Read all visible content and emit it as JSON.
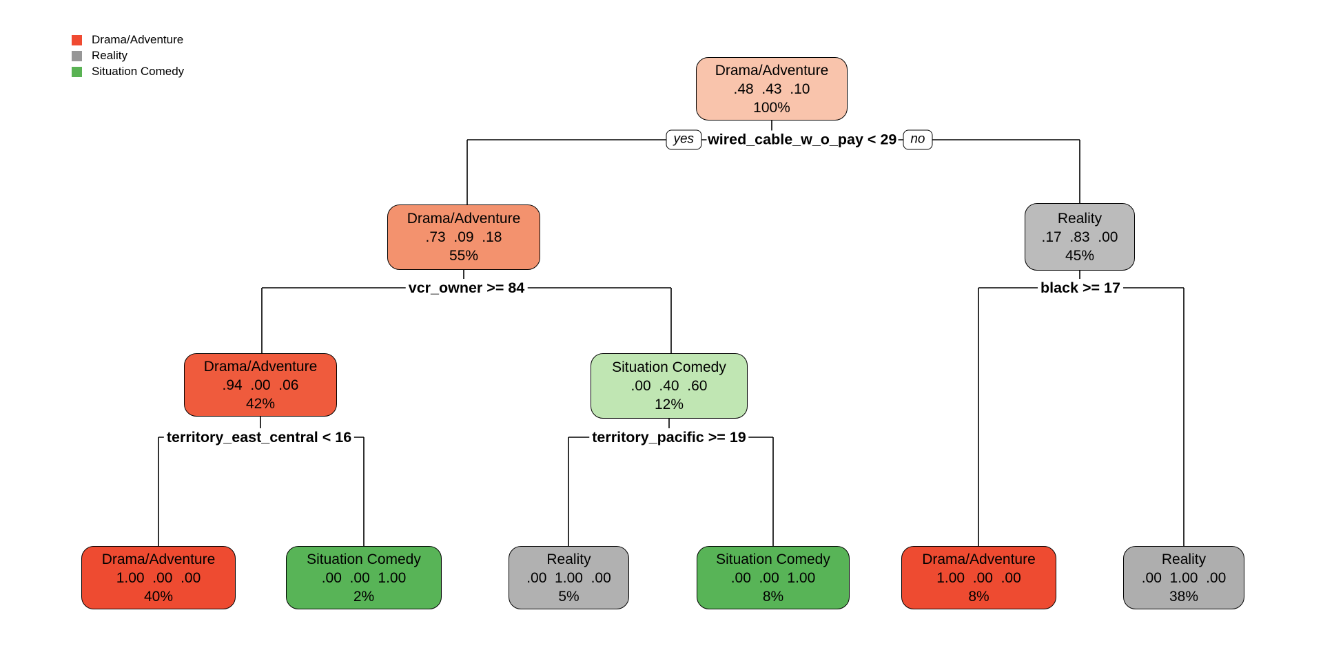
{
  "legend": {
    "items": [
      {
        "label": "Drama/Adventure",
        "color": "#F04A31"
      },
      {
        "label": "Reality",
        "color": "#979797"
      },
      {
        "label": "Situation Comedy",
        "color": "#59B253"
      }
    ]
  },
  "splits": {
    "root": {
      "condition": "wired_cable_w_o_pay < 29",
      "yes_label": "yes",
      "no_label": "no"
    },
    "left": {
      "condition": "vcr_owner >= 84"
    },
    "right": {
      "condition": "black >= 17"
    },
    "left_left": {
      "condition": "territory_east_central < 16"
    },
    "left_right": {
      "condition": "territory_pacific >= 19"
    }
  },
  "nodes": [
    {
      "label": "Drama/Adventure",
      "probs": ".48  .43  .10",
      "pct": "100%",
      "fill": "#F9C4AC"
    },
    {
      "label": "Drama/Adventure",
      "probs": ".73  .09  .18",
      "pct": "55%",
      "fill": "#F3926E"
    },
    {
      "label": "Reality",
      "probs": ".17  .83  .00",
      "pct": "45%",
      "fill": "#BBBBBB"
    },
    {
      "label": "Drama/Adventure",
      "probs": ".94  .00  .06",
      "pct": "42%",
      "fill": "#EF5B3D"
    },
    {
      "label": "Situation Comedy",
      "probs": ".00  .40  .60",
      "pct": "12%",
      "fill": "#C0E6B3"
    },
    {
      "label": "Drama/Adventure",
      "probs": "1.00  .00  .00",
      "pct": "40%",
      "fill": "#EE4B31"
    },
    {
      "label": "Situation Comedy",
      "probs": ".00  .00  1.00",
      "pct": "2%",
      "fill": "#58B457"
    },
    {
      "label": "Reality",
      "probs": ".00  1.00  .00",
      "pct": "5%",
      "fill": "#B1B1B1"
    },
    {
      "label": "Situation Comedy",
      "probs": ".00  .00  1.00",
      "pct": "8%",
      "fill": "#58B457"
    },
    {
      "label": "Drama/Adventure",
      "probs": "1.00  .00  .00",
      "pct": "8%",
      "fill": "#EE4B31"
    },
    {
      "label": "Reality",
      "probs": ".00  1.00  .00",
      "pct": "38%",
      "fill": "#AEAEAE"
    }
  ]
}
